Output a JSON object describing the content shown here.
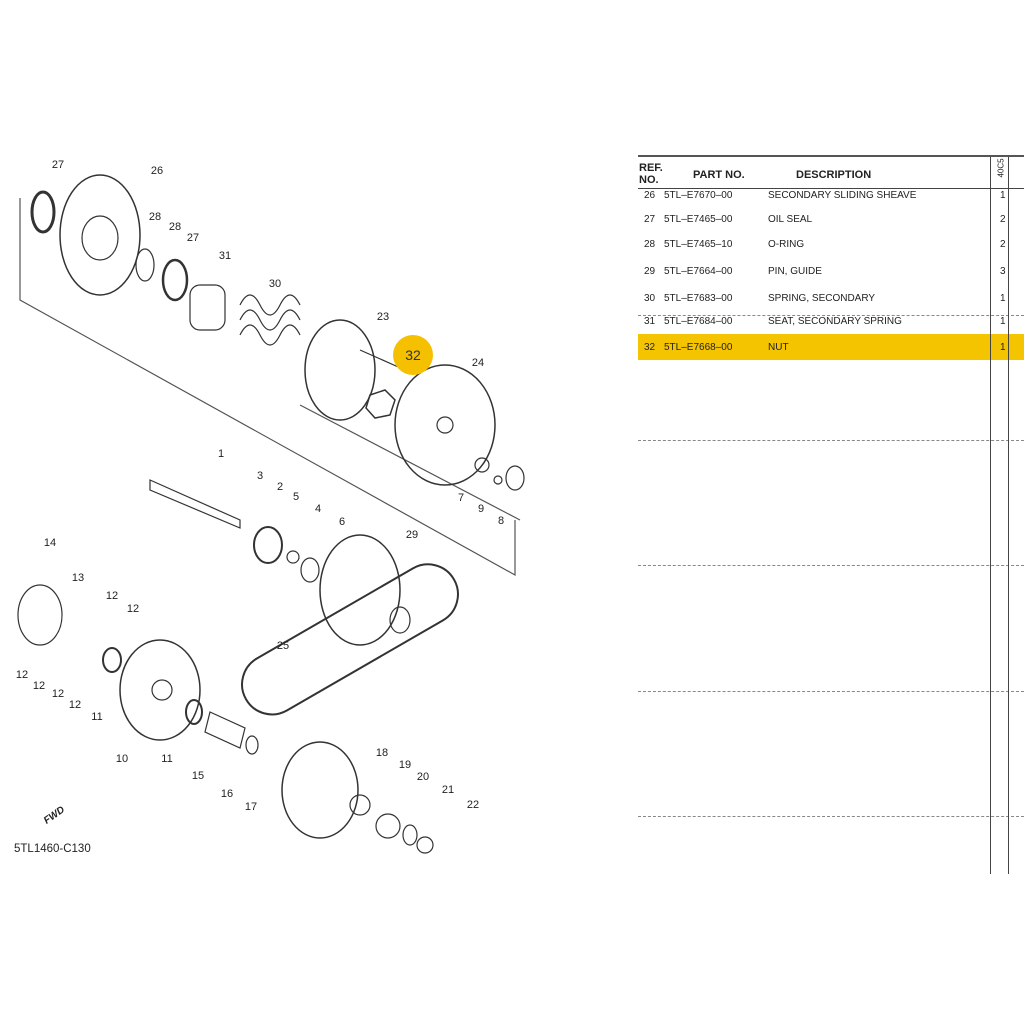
{
  "diagram": {
    "code": "5TL1460-C130",
    "fwd_label": "FWD",
    "highlight_callout": "32",
    "highlight_color": "#f5c000",
    "callouts": [
      "27",
      "26",
      "28",
      "28",
      "27",
      "31",
      "30",
      "23",
      "24",
      "1",
      "3",
      "2",
      "5",
      "4",
      "6",
      "29",
      "7",
      "9",
      "8",
      "14",
      "13",
      "12",
      "12",
      "12",
      "12",
      "12",
      "12",
      "11",
      "10",
      "11",
      "15",
      "16",
      "17",
      "18",
      "19",
      "20",
      "21",
      "22",
      "25"
    ]
  },
  "table": {
    "headers": {
      "ref": "REF. NO.",
      "part_no": "PART NO.",
      "description": "DESCRIPTION",
      "model": "40C5"
    },
    "rows": [
      {
        "ref": "26",
        "part_no": "5TL–E7670–00",
        "description": "SECONDARY SLIDING SHEAVE",
        "qty": "1"
      },
      {
        "ref": "27",
        "part_no": "5TL–E7465–00",
        "description": "OIL SEAL",
        "qty": "2"
      },
      {
        "ref": "28",
        "part_no": "5TL–E7465–10",
        "description": "O-RING",
        "qty": "2"
      },
      {
        "ref": "29",
        "part_no": "5TL–E7664–00",
        "description": "PIN, GUIDE",
        "qty": "3"
      },
      {
        "ref": "30",
        "part_no": "5TL–E7683–00",
        "description": "SPRING, SECONDARY",
        "qty": "1"
      },
      {
        "ref": "31",
        "part_no": "5TL–E7684–00",
        "description": "SEAT,  SECONDARY SPRING",
        "qty": "1"
      },
      {
        "ref": "32",
        "part_no": "5TL–E7668–00",
        "description": "NUT",
        "qty": "1"
      }
    ],
    "selected_ref": "32",
    "selected_color": "#f5c400"
  }
}
